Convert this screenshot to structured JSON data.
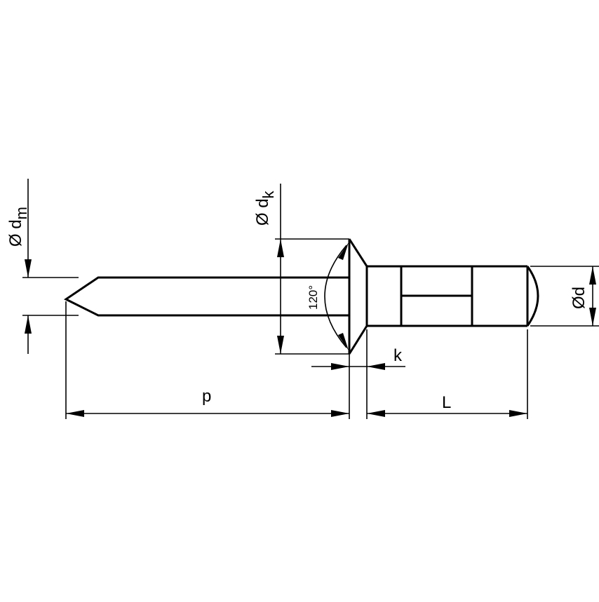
{
  "drawing": {
    "subject": "Blind rivet (dome head) dimension drawing",
    "line_color": "#000000",
    "background": "#ffffff"
  },
  "labels": {
    "dm": {
      "prefix": "Ø d",
      "subscript": "m"
    },
    "dk": {
      "prefix": "Ø d",
      "subscript": "k"
    },
    "d": "Ød",
    "angle": "120°",
    "k": "k",
    "p": "p",
    "L": "L"
  }
}
